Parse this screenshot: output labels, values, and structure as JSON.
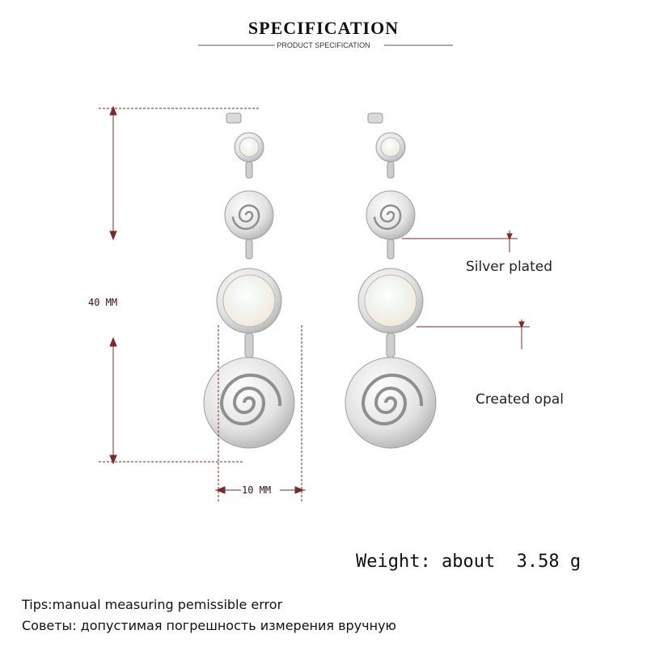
{
  "header": {
    "title": "SPECIFICATION",
    "subtitle": "PRODUCT SPECIFICATION"
  },
  "dimensions": {
    "length": "40 MM",
    "width": "10 MM"
  },
  "callouts": {
    "material": "Silver plated",
    "stone": "Created opal"
  },
  "weight": "Weight: about  3.58 g",
  "tips": {
    "english": "Tips:manual measuring pemissible error",
    "russian": "Советы: допустимая погрешность измерения вручную"
  },
  "colors": {
    "dimension_line": "#7a2a2a",
    "silver": "#d6d6d6",
    "opal": "#eef3ee"
  }
}
